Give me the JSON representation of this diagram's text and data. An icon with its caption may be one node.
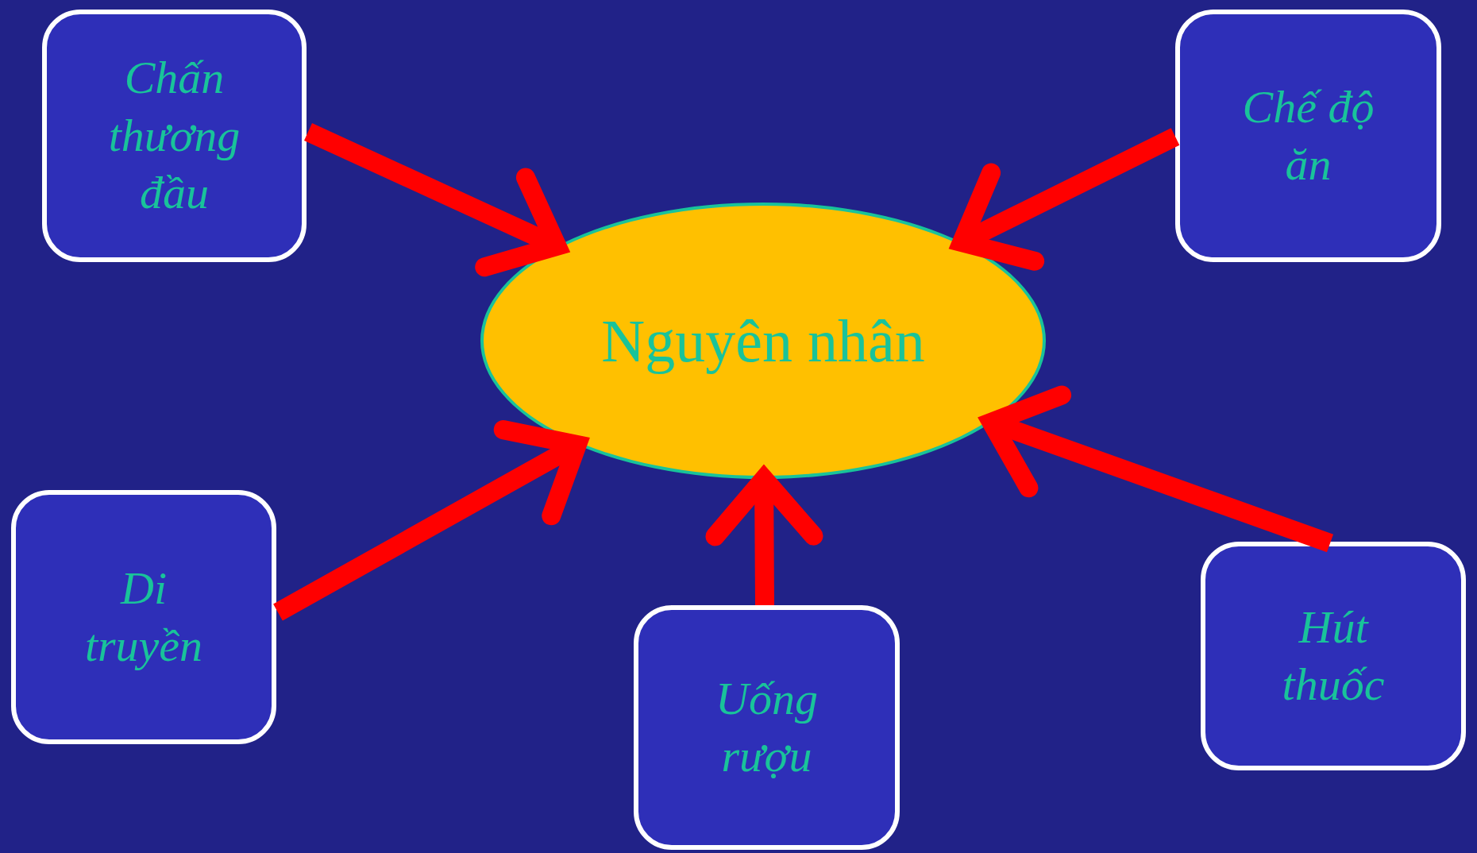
{
  "diagram": {
    "nodes": [
      {
        "text": [
          "Chấn thương đầu"
        ]
      },
      {
        "text": [
          "Chế độ ăn"
        ]
      },
      {
        "text": [
          "Nguyên nhân"
        ]
      },
      {
        "text": [
          "Di truyền"
        ]
      },
      {
        "text": [
          "Uống rượu"
        ]
      },
      {
        "text": [
          "Hút thuốc"
        ]
      }
    ],
    "edges": [
      {
        "from": 0,
        "to": 2,
        "arrow": "to"
      },
      {
        "from": 1,
        "to": 2,
        "arrow": "to"
      },
      {
        "from": 3,
        "to": 2,
        "arrow": "to"
      },
      {
        "from": 4,
        "to": 2,
        "arrow": "to"
      },
      {
        "from": 5,
        "to": 2,
        "arrow": "to"
      }
    ]
  }
}
